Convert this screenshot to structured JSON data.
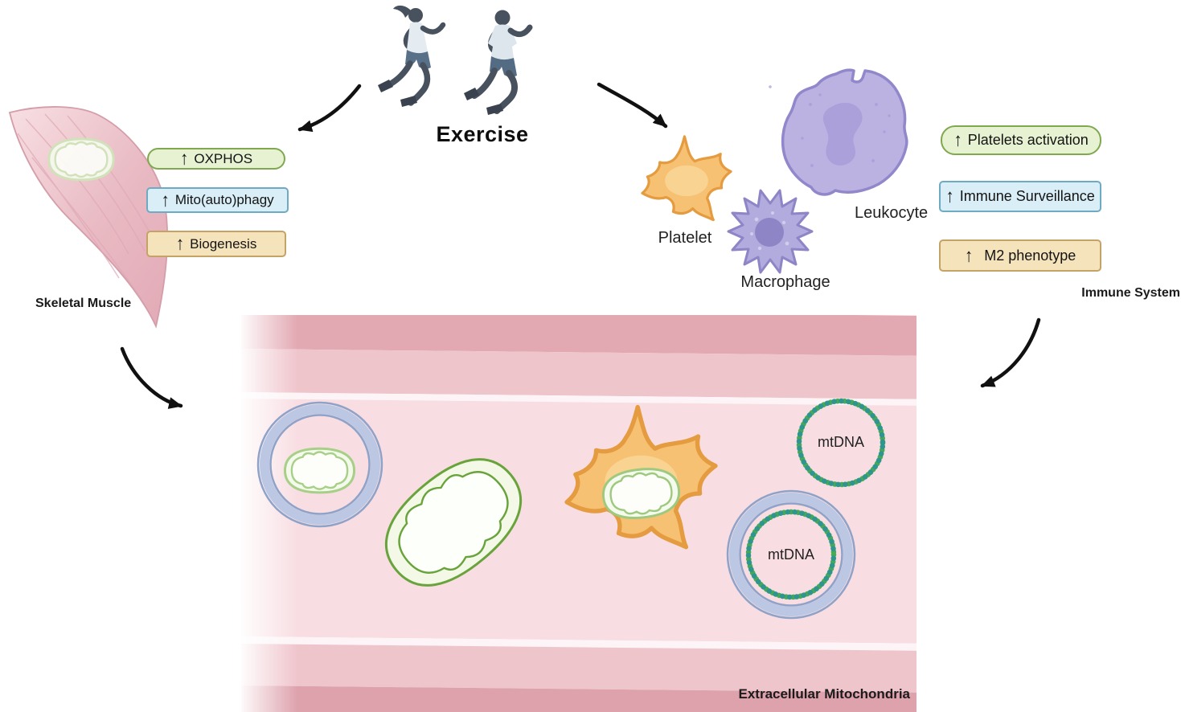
{
  "palette": {
    "badge-green-bg": "#e7f2d2",
    "badge-green-border": "#7fa84f",
    "badge-blue-bg": "#d9eef7",
    "badge-blue-border": "#6faac3",
    "badge-tan-bg": "#f5e3bb",
    "badge-tan-border": "#c5a367",
    "vessel-dark": "#e3a9b3",
    "vessel-dark2": "#dea2ad",
    "vessel-mid": "#efc5cc",
    "vessel-light": "#f8dee3",
    "vessel-line": "#fcf4f6",
    "mito-green": "#69a33c",
    "mito-pale-green": "#c3dca6",
    "platelet-orange": "#f6c172",
    "platelet-border": "#e59b3f",
    "purple-cell": "#bcb2e2",
    "purple-border": "#9187cb",
    "purple-nucleus": "#aba0d9",
    "vesicle-blue": "#bcc8e3",
    "vesicle-blue-line": "#8fa2c8",
    "dna-green": "#4aaa54",
    "dna-teal": "#2f968e",
    "arrow-black": "#111111",
    "text-dark": "#1b1b1b"
  },
  "exercise": {
    "title": "Exercise"
  },
  "icons": {
    "up_arrow": "↑"
  },
  "muscle_panel": {
    "caption": "Skeletal Muscle",
    "badges": [
      {
        "label": "OXPHOS",
        "style": "green"
      },
      {
        "label": "Mito(auto)phagy",
        "style": "blue"
      },
      {
        "label": "Biogenesis",
        "style": "tan"
      }
    ]
  },
  "immune_panel": {
    "caption": "Immune System",
    "cells": [
      {
        "label": "Platelet"
      },
      {
        "label": "Macrophage"
      },
      {
        "label": "Leukocyte"
      }
    ],
    "badges": [
      {
        "label": "Platelets activation",
        "style": "green"
      },
      {
        "label": "Immune Surveillance",
        "style": "blue"
      },
      {
        "label": "M2 phenotype",
        "style": "tan"
      }
    ]
  },
  "vessel": {
    "caption": "Extracellular Mitochondria",
    "mtdna_free_label": "mtDNA",
    "mtdna_vesicle_label": "mtDNA"
  }
}
